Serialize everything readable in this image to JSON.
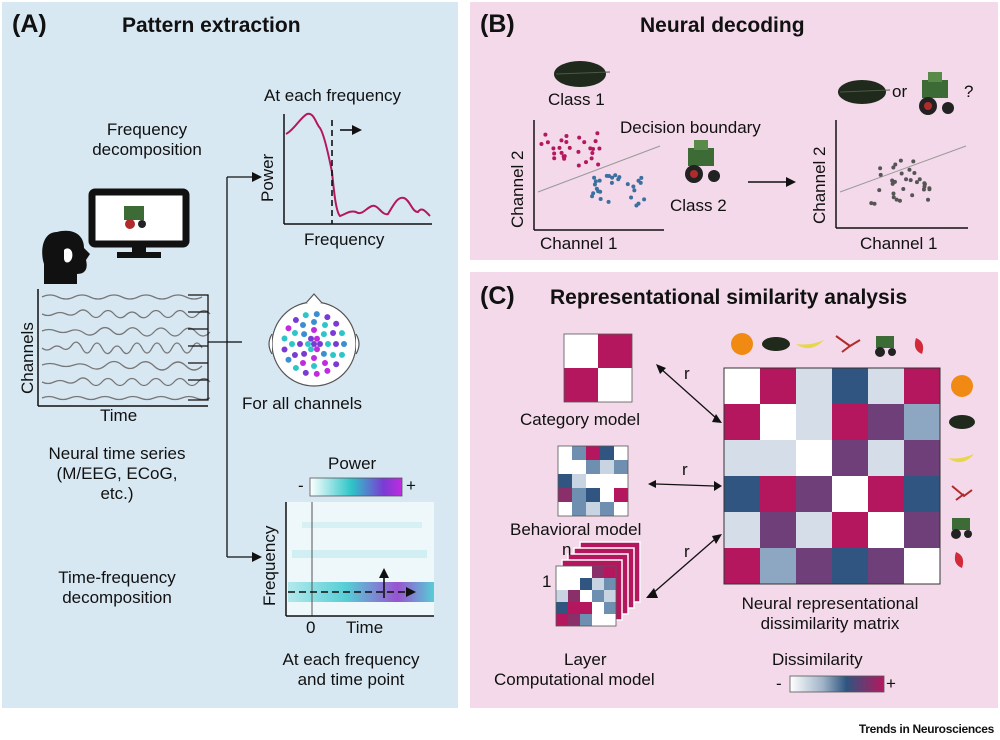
{
  "panel_a": {
    "letter": "(A)",
    "title": "Pattern extraction",
    "freq_decomp": [
      "Frequency",
      "decomposition"
    ],
    "channels": "Channels",
    "time": "Time",
    "neural_ts": [
      "Neural time series",
      "(M/EEG, ECoG,",
      "etc.)"
    ],
    "tf_decomp": [
      "Time-frequency",
      "decomposition"
    ],
    "at_each_freq": "At each frequency",
    "power": "Power",
    "frequency": "Frequency",
    "for_all_channels": "For all channels",
    "power_scale": "Power",
    "minus": "-",
    "plus": "+",
    "tf_ylabel": "Frequency",
    "zero": "0",
    "tf_xlabel": "Time",
    "at_each_freq_time": [
      "At each frequency",
      "and time point"
    ]
  },
  "panel_b": {
    "letter": "(B)",
    "title": "Neural decoding",
    "class1": "Class 1",
    "class2": "Class 2",
    "decision_boundary": "Decision boundary",
    "channel2_left": "Channel 2",
    "channel1_left": "Channel 1",
    "channel2_right": "Channel 2",
    "channel1_right": "Channel 1",
    "or": "or",
    "question": "?"
  },
  "panel_c": {
    "letter": "(C)",
    "title": "Representational similarity analysis",
    "category_model": "Category model",
    "behavioral_model": "Behavioral model",
    "layer": "Layer",
    "computational_model": "Computational model",
    "n": "n",
    "one": "1",
    "r1": "r",
    "r2": "r",
    "r3": "r",
    "rdm_label": [
      "Neural representational",
      "dissimilarity matrix"
    ],
    "dissimilarity": "Dissimilarity",
    "minus": "-",
    "plus": "+",
    "stimuli_icons": [
      "orange-icon",
      "leaf-icon",
      "banana-icon",
      "pliers-icon",
      "tractor-icon",
      "chili-pepper-icon"
    ]
  },
  "footer": {
    "credit": "Trends in Neurosciences"
  },
  "colors": {
    "panel_a_bg": "#d8e8f3",
    "panel_bc_bg": "#f3d9ea",
    "magenta": "#b5175e",
    "blue": "#3b6fa0"
  }
}
